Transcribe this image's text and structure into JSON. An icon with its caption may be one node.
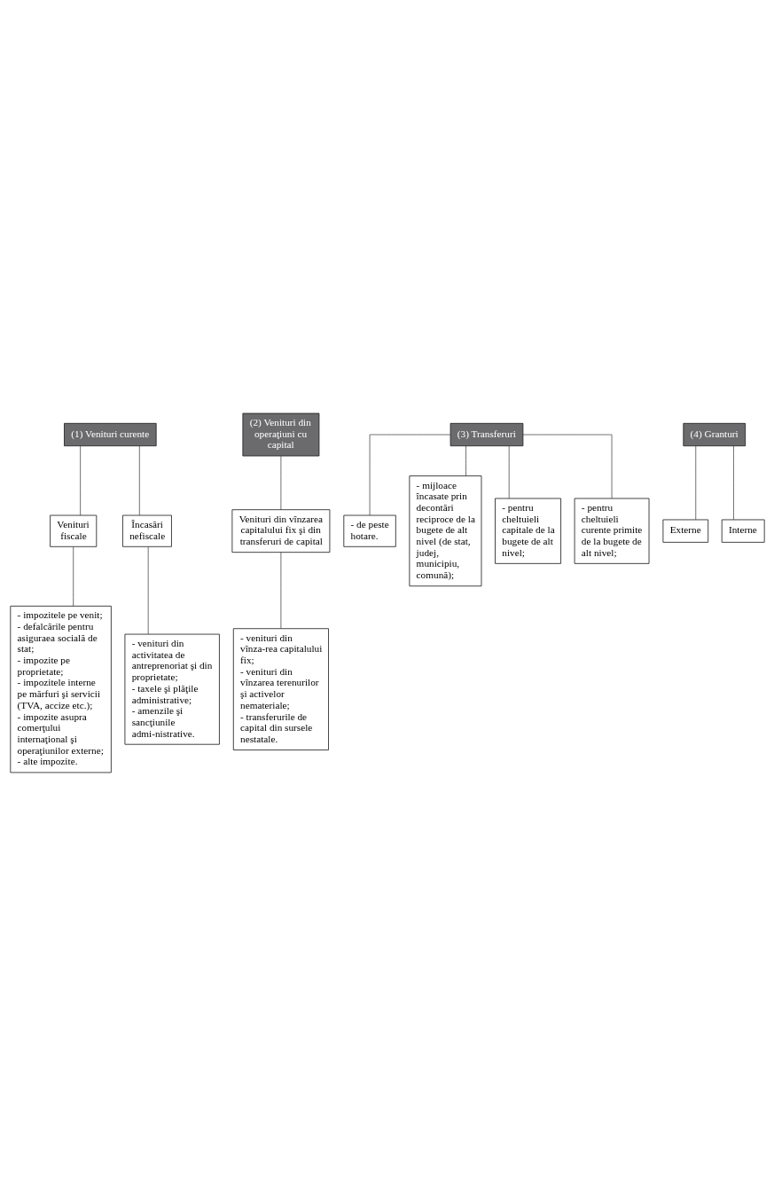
{
  "diagram": {
    "nodes": [
      {
        "text": [
          "(1) Venituri curente"
        ]
      },
      {
        "text": [
          "Venituri fiscale"
        ]
      },
      {
        "text": [
          "Încasări nefiscale"
        ]
      },
      {
        "text": [
          "- impozitele pe venit;",
          "- defalcările pentru asiguraea socială de stat;",
          "- impozite pe proprietate;",
          "- impozitele interne pe mărfuri şi servicii (TVA, accize etc.);",
          "- impozite asupra comerţului internaţional şi operaţiunilor externe;",
          "- alte impozite."
        ]
      },
      {
        "text": [
          "- venituri din activitatea de antreprenoriat şi din proprietate;",
          "- taxele şi plăţile administrative;",
          "- amenzile şi sancţiunile admi-nistrative."
        ]
      },
      {
        "text": [
          "(2) Venituri din operaţiuni cu capital"
        ]
      },
      {
        "text": [
          "Venituri din vînzarea capitalului fix şi din transferuri de capital"
        ]
      },
      {
        "text": [
          "- venituri din vînza-rea capitalului fix;",
          "- venituri din vînzarea terenurilor şi activelor nemateriale;",
          "- transferurile de capital din sursele nestatale."
        ]
      },
      {
        "text": [
          "(3) Transferuri"
        ]
      },
      {
        "text": [
          "(4) Granturi"
        ]
      },
      {
        "text": [
          "Externe"
        ]
      },
      {
        "text": [
          "Interne"
        ]
      },
      {
        "text": [
          "- de peste hotare."
        ]
      },
      {
        "text": [
          "- mijloace încasate prin decontări reciproce de la bugete de alt nivel (de stat, judej, municipiu, comună);"
        ]
      },
      {
        "text": [
          "- pentru cheltuieli capitale de la bugete de alt nivel;"
        ]
      },
      {
        "text": [
          "- pentru cheltuieli curente primite de la bugete de alt nivel;"
        ]
      }
    ],
    "edges": [
      {
        "from": 0,
        "to": 1,
        "arrow": "none"
      },
      {
        "from": 0,
        "to": 2,
        "arrow": "none"
      },
      {
        "from": 1,
        "to": 3,
        "arrow": "none"
      },
      {
        "from": 2,
        "to": 4,
        "arrow": "none"
      },
      {
        "from": 5,
        "to": 6,
        "arrow": "none"
      },
      {
        "from": 6,
        "to": 7,
        "arrow": "none"
      },
      {
        "from": 9,
        "to": 10,
        "arrow": "none"
      },
      {
        "from": 9,
        "to": 11,
        "arrow": "none"
      },
      {
        "from": 8,
        "to": 12,
        "arrow": "none"
      },
      {
        "from": 8,
        "to": 13,
        "arrow": "none"
      },
      {
        "from": 8,
        "to": 14,
        "arrow": "none"
      },
      {
        "from": 8,
        "to": 15,
        "arrow": "none"
      }
    ]
  }
}
